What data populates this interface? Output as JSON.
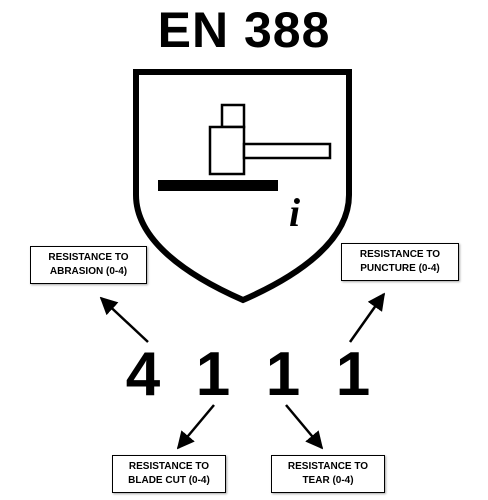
{
  "title": "EN 388",
  "pictogram": {
    "icon": "hammer-on-surface-icon",
    "info_symbol": "i"
  },
  "ratings": [
    {
      "digit": "4",
      "label_line1": "RESISTANCE TO",
      "label_line2": "ABRASION (0-4)"
    },
    {
      "digit": "1",
      "label_line1": "RESISTANCE TO",
      "label_line2": "BLADE CUT (0-4)"
    },
    {
      "digit": "1",
      "label_line1": "RESISTANCE TO",
      "label_line2": "TEAR (0-4)"
    },
    {
      "digit": "1",
      "label_line1": "RESISTANCE TO",
      "label_line2": "PUNCTURE (0-4)"
    }
  ],
  "colors": {
    "ink": "#000000",
    "background": "#ffffff"
  }
}
